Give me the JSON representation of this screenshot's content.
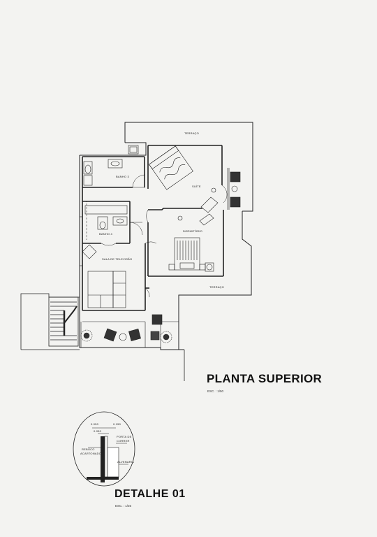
{
  "title": "PLANTA SUPERIOR",
  "scale": "ESC. : 1/50",
  "rooms": {
    "terraco_top": "TERRAÇO",
    "banho3": "BANHO 3",
    "suite": "SUÍTE",
    "banho4": "BANHO 4",
    "dormitorio": "DORMITÓRIO",
    "sala_tv": "SALA DE TELEVISÃO",
    "terraco_right": "TERRAÇO"
  },
  "detail": {
    "title": "DETALHE 01",
    "scale": "ESC. : 1/25",
    "labels": {
      "dim1": "0.050",
      "dim2": "0.150",
      "dim3": "0.050",
      "porta": "PORTA DE",
      "correr": "CORRER",
      "reboco": "REBOCO",
      "acartonado": "ACARTONADO",
      "alvenaria": "ALVENARIA"
    }
  }
}
